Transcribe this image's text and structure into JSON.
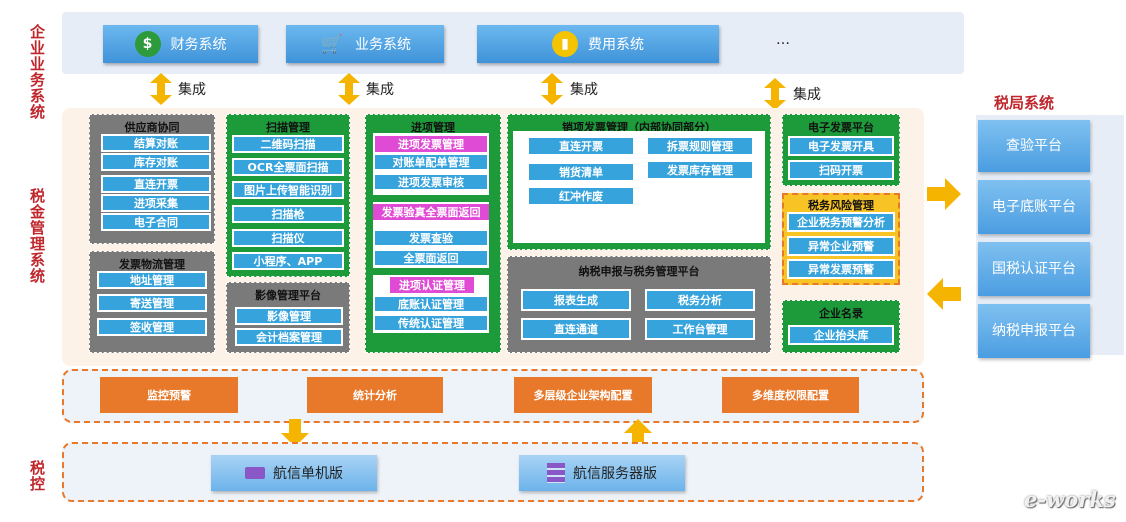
{
  "side_labels": {
    "enterprise": "企业业务系统",
    "tax_mgmt": "税金管理系统",
    "tax_control": "税控"
  },
  "top_systems": [
    {
      "label": "财务系统",
      "icon": "money-bag-icon"
    },
    {
      "label": "业务系统",
      "icon": "cart-icon"
    },
    {
      "label": "费用系统",
      "icon": "chart-icon"
    },
    {
      "label": "…"
    }
  ],
  "integration_label": "集成",
  "supplier": {
    "title": "供应商协同",
    "items": [
      "结算对账",
      "库存对账",
      "直连开票",
      "进项采集",
      "电子合同"
    ]
  },
  "logistics": {
    "title": "发票物流管理",
    "items": [
      "地址管理",
      "寄送管理",
      "签收管理"
    ]
  },
  "scan": {
    "title": "扫描管理",
    "items": [
      "二维码扫描",
      "OCR全票面扫描",
      "图片上传智能识别",
      "扫描枪",
      "扫描仪",
      "小程序、APP"
    ]
  },
  "image": {
    "title": "影像管理平台",
    "items": [
      "影像管理",
      "会计档案管理"
    ]
  },
  "input": {
    "title": "进项管理",
    "group1": {
      "header": "进项发票管理",
      "items": [
        "对账单配单管理",
        "进项发票审核"
      ]
    },
    "group2": {
      "header": "发票验真全票面返回",
      "items": [
        "发票查验",
        "全票面返回"
      ]
    },
    "group3": {
      "header": "进项认证管理",
      "items": [
        "底账认证管理",
        "传统认证管理"
      ]
    }
  },
  "output": {
    "title": "销项发票管理（内部协同部分）",
    "items": [
      "直连开票",
      "拆票规则管理",
      "销货清单",
      "发票库存管理",
      "红冲作废"
    ]
  },
  "declare": {
    "title": "纳税申报与税务管理平台",
    "items": [
      "报表生成",
      "税务分析",
      "直连通道",
      "工作台管理"
    ]
  },
  "einvoice": {
    "title": "电子发票平台",
    "items": [
      "电子发票开具",
      "扫码开票"
    ]
  },
  "risk": {
    "title": "税务风险管理",
    "items": [
      "企业税务预警分析",
      "异常企业预警",
      "异常发票预警"
    ]
  },
  "directory": {
    "title": "企业名录",
    "items": [
      "企业抬头库"
    ]
  },
  "bottom_bar": [
    "监控预警",
    "统计分析",
    "多层级企业架构配置",
    "多维度权限配置"
  ],
  "tax_devices": [
    {
      "label": "航信单机版"
    },
    {
      "label": "航信服务器版"
    }
  ],
  "bureau": {
    "title": "税局系统",
    "items": [
      "查验平台",
      "电子底账平台",
      "国税认证平台",
      "纳税申报平台"
    ]
  },
  "watermark": "e-works",
  "colors": {
    "accent": "#3f93d9",
    "grey": "#7a7a7a",
    "green": "#1d9a3a",
    "orange": "#e8792b",
    "arrow": "#f5b400",
    "red": "#c0272d"
  }
}
